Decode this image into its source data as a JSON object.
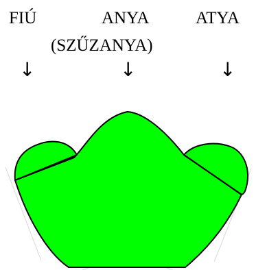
{
  "labels": {
    "son": "FIÚ",
    "mother": "ANYA",
    "mother_sub": "(SZŰZANYA)",
    "father": "ATYA"
  },
  "arrows": {
    "glyph": "↓"
  },
  "colors": {
    "hill_fill": "#00ff00",
    "outline": "#000000",
    "guide_lines": "#d8d8d8"
  }
}
